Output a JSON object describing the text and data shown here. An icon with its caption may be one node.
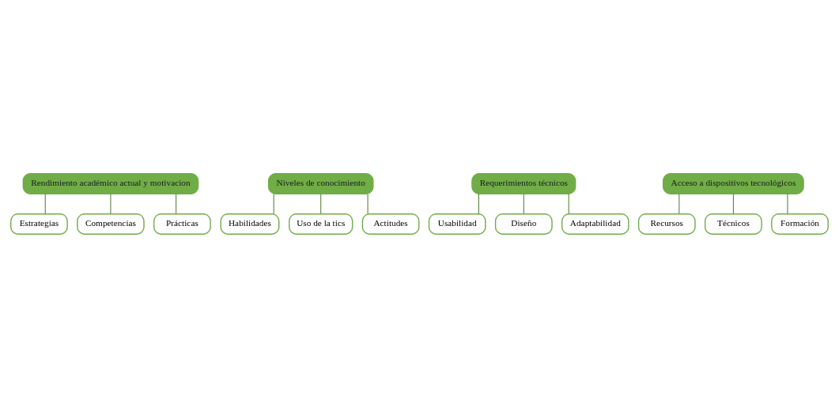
{
  "diagram": {
    "nodes": [
      {
        "text": [
          "Rendimiento académico actual y motivacion"
        ]
      },
      {
        "text": [
          "Estrategias"
        ]
      },
      {
        "text": [
          "Competencias"
        ]
      },
      {
        "text": [
          "Prácticas"
        ]
      },
      {
        "text": [
          "Niveles de conocimiento"
        ]
      },
      {
        "text": [
          "Habilidades"
        ]
      },
      {
        "text": [
          "Uso de la tics"
        ]
      },
      {
        "text": [
          "Actitudes"
        ]
      },
      {
        "text": [
          "Requerimientos técnicos"
        ]
      },
      {
        "text": [
          "Usabilidad"
        ]
      },
      {
        "text": [
          "Diseño"
        ]
      },
      {
        "text": [
          "Adaptabilidad"
        ]
      },
      {
        "text": [
          "Acceso a dispositivos tecnológicos"
        ]
      },
      {
        "text": [
          "Recursos"
        ]
      },
      {
        "text": [
          "Técnicos"
        ]
      },
      {
        "text": [
          "Formación"
        ]
      }
    ],
    "edges": [
      {
        "from": 0,
        "to": 1,
        "arrow": "none"
      },
      {
        "from": 0,
        "to": 2,
        "arrow": "none"
      },
      {
        "from": 0,
        "to": 3,
        "arrow": "none"
      },
      {
        "from": 4,
        "to": 5,
        "arrow": "none"
      },
      {
        "from": 4,
        "to": 6,
        "arrow": "none"
      },
      {
        "from": 4,
        "to": 7,
        "arrow": "none"
      },
      {
        "from": 8,
        "to": 9,
        "arrow": "none"
      },
      {
        "from": 8,
        "to": 10,
        "arrow": "none"
      },
      {
        "from": 8,
        "to": 11,
        "arrow": "none"
      },
      {
        "from": 12,
        "to": 13,
        "arrow": "none"
      },
      {
        "from": 12,
        "to": 14,
        "arrow": "none"
      },
      {
        "from": 12,
        "to": 15,
        "arrow": "none"
      }
    ]
  }
}
